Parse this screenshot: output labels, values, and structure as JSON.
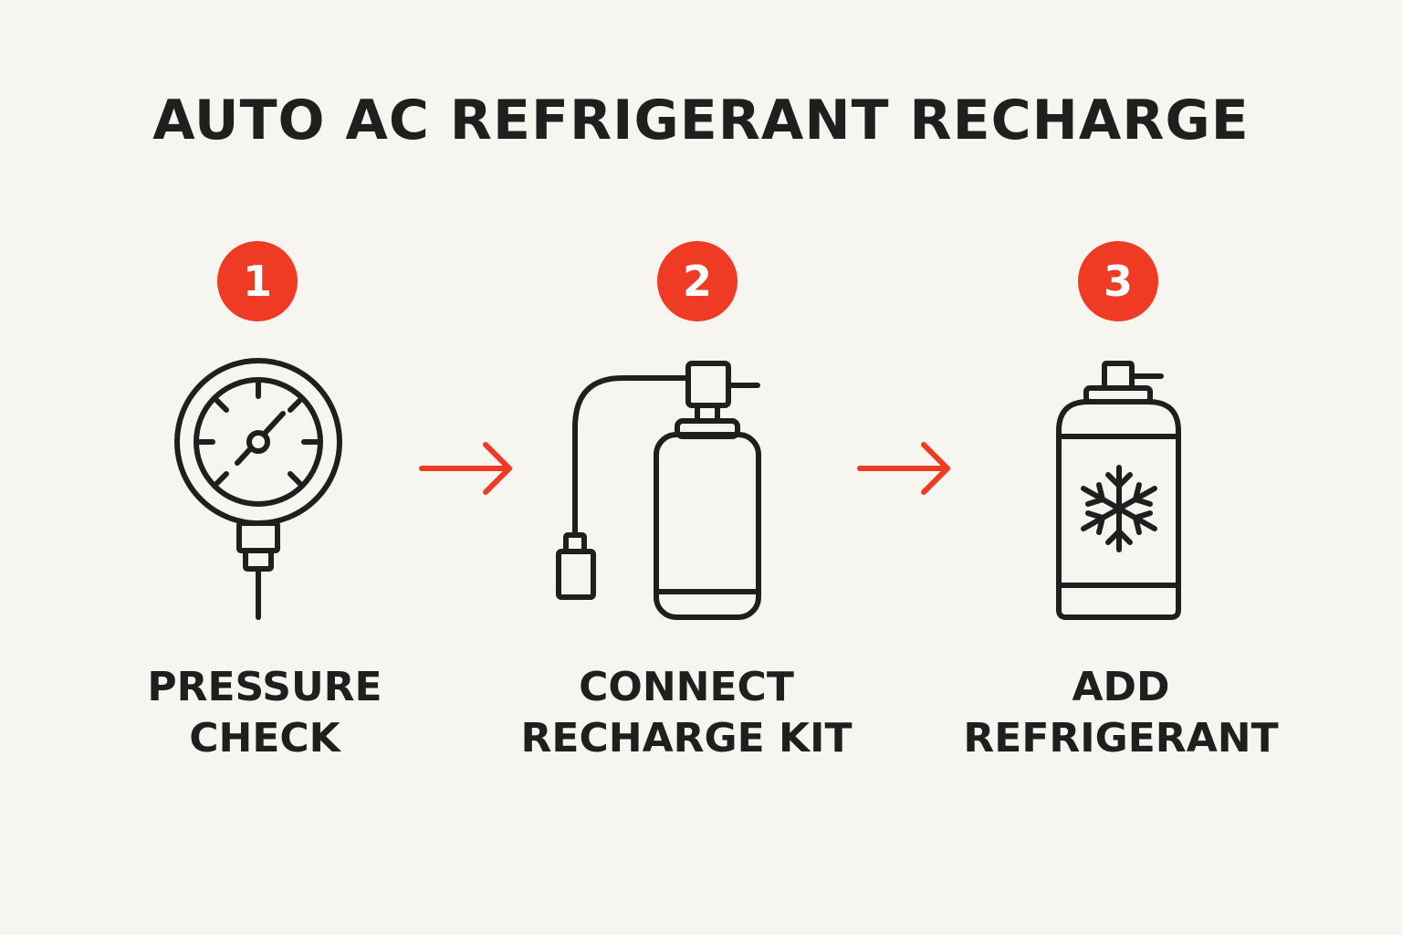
{
  "title": "AUTO AC REFRIGERANT RECHARGE",
  "colors": {
    "background": "#f7f5f0",
    "accent": "#ef3b24",
    "ink": "#1f1f1f"
  },
  "steps": [
    {
      "number": "1",
      "label_line1": "PRESSURE",
      "label_line2": "CHECK",
      "icon": "pressure-gauge-icon"
    },
    {
      "number": "2",
      "label_line1": "CONNECT",
      "label_line2": "RECHARGE KIT",
      "icon": "recharge-kit-icon"
    },
    {
      "number": "3",
      "label_line1": "ADD",
      "label_line2": "REFRIGERANT",
      "icon": "refrigerant-can-icon"
    }
  ],
  "connectors": [
    "right-arrow-icon",
    "right-arrow-icon"
  ]
}
